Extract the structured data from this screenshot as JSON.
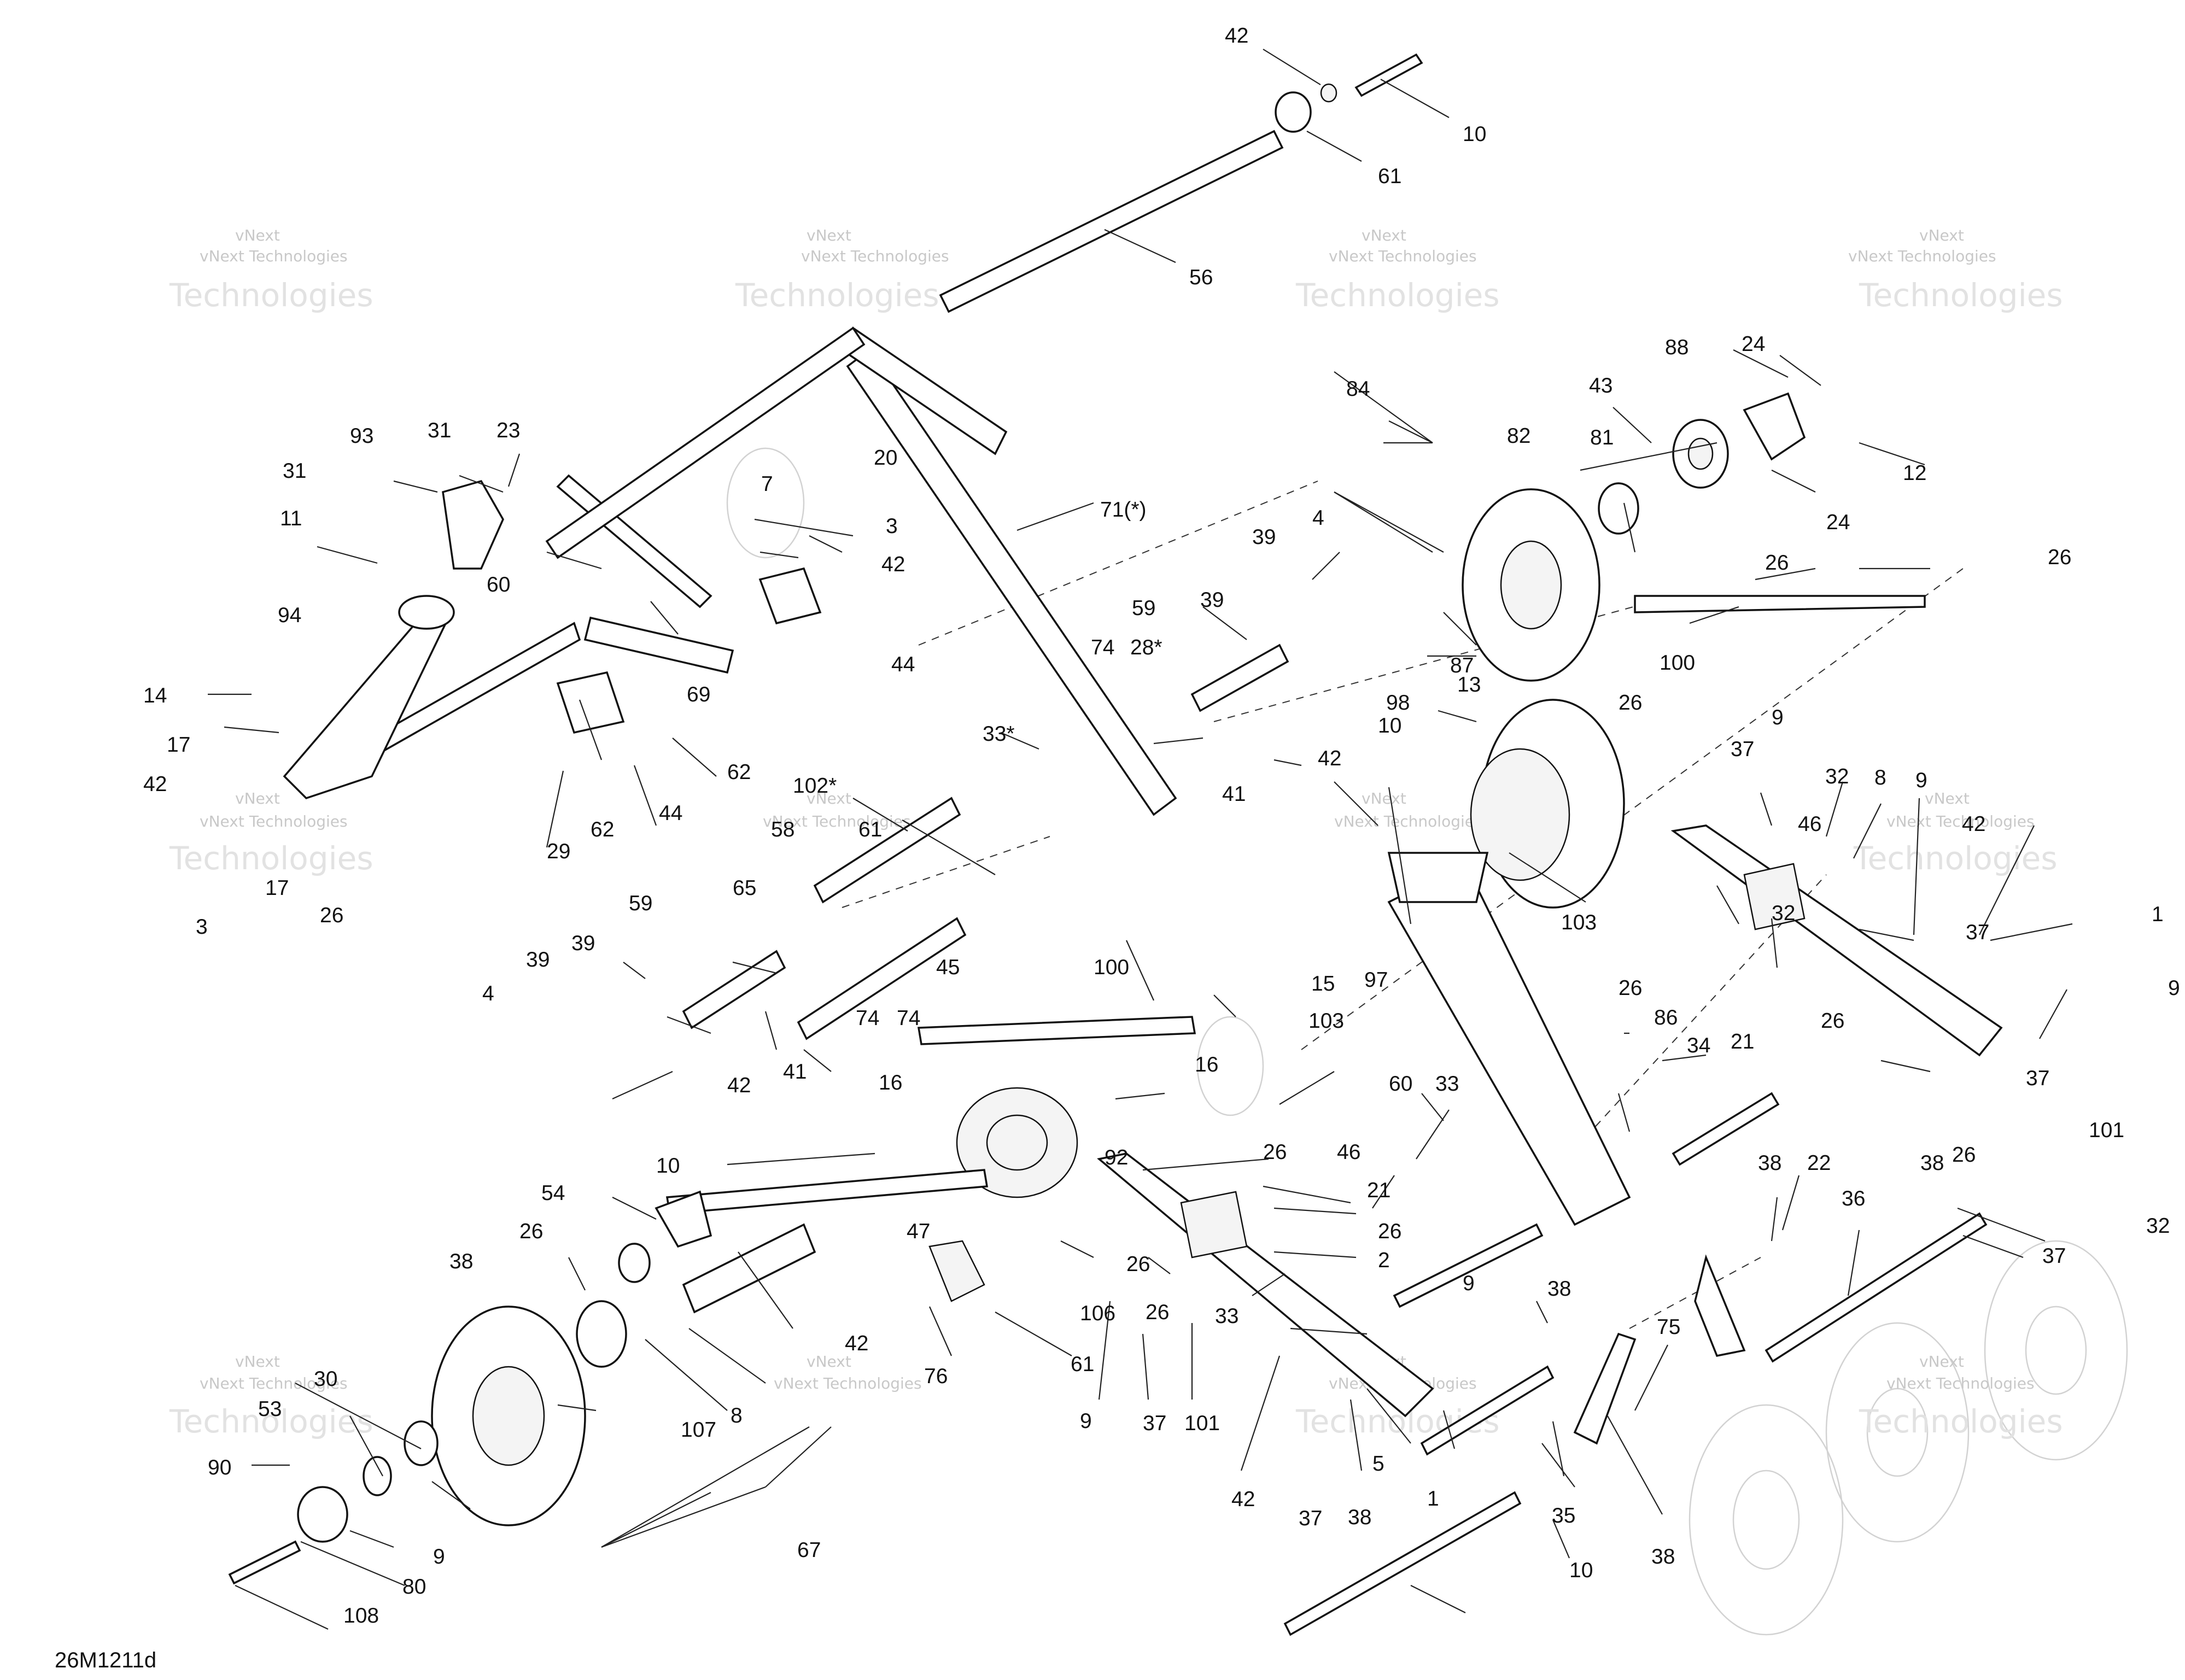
{
  "figure_code": "26M1211d",
  "watermark": {
    "line1": "vNext",
    "line2": "vNext Technologies",
    "big": "Technologies"
  },
  "labels": [
    {
      "id": "l01",
      "text": "42"
    },
    {
      "id": "l02",
      "text": "10"
    },
    {
      "id": "l03",
      "text": "61"
    },
    {
      "id": "l04",
      "text": "56"
    },
    {
      "id": "l05",
      "text": "88"
    },
    {
      "id": "l06",
      "text": "24"
    },
    {
      "id": "l07",
      "text": "84"
    },
    {
      "id": "l08",
      "text": "43"
    },
    {
      "id": "l09",
      "text": "81"
    },
    {
      "id": "l10",
      "text": "82"
    },
    {
      "id": "l11",
      "text": "12"
    },
    {
      "id": "l12",
      "text": "24"
    },
    {
      "id": "l13",
      "text": "93"
    },
    {
      "id": "l14",
      "text": "31"
    },
    {
      "id": "l15",
      "text": "23"
    },
    {
      "id": "l16",
      "text": "31"
    },
    {
      "id": "l17",
      "text": "20"
    },
    {
      "id": "l18",
      "text": "7"
    },
    {
      "id": "l19",
      "text": "3"
    },
    {
      "id": "l20",
      "text": "71(*)"
    },
    {
      "id": "l21",
      "text": "11"
    },
    {
      "id": "l22",
      "text": "42"
    },
    {
      "id": "l23",
      "text": "39"
    },
    {
      "id": "l24",
      "text": "4"
    },
    {
      "id": "l25",
      "text": "60"
    },
    {
      "id": "l26",
      "text": "94"
    },
    {
      "id": "l27",
      "text": "44"
    },
    {
      "id": "l28",
      "text": "39"
    },
    {
      "id": "l29",
      "text": "59"
    },
    {
      "id": "l30",
      "text": "28*"
    },
    {
      "id": "l31",
      "text": "74"
    },
    {
      "id": "l32",
      "text": "87"
    },
    {
      "id": "l33",
      "text": "13"
    },
    {
      "id": "l34",
      "text": "98"
    },
    {
      "id": "l35",
      "text": "26"
    },
    {
      "id": "l36",
      "text": "26"
    },
    {
      "id": "l37",
      "text": "100"
    },
    {
      "id": "l38",
      "text": "69"
    },
    {
      "id": "l39",
      "text": "14"
    },
    {
      "id": "l40",
      "text": "17"
    },
    {
      "id": "l41",
      "text": "62"
    },
    {
      "id": "l42",
      "text": "33*"
    },
    {
      "id": "l43",
      "text": "10"
    },
    {
      "id": "l44",
      "text": "42"
    },
    {
      "id": "l45",
      "text": "26"
    },
    {
      "id": "l46",
      "text": "42"
    },
    {
      "id": "l47",
      "text": "102*"
    },
    {
      "id": "l48",
      "text": "44"
    },
    {
      "id": "l49",
      "text": "62"
    },
    {
      "id": "l50",
      "text": "41"
    },
    {
      "id": "l51",
      "text": "29"
    },
    {
      "id": "l52",
      "text": "58"
    },
    {
      "id": "l53",
      "text": "61"
    },
    {
      "id": "l54",
      "text": "15"
    },
    {
      "id": "l55",
      "text": "97"
    },
    {
      "id": "l56",
      "text": "103"
    },
    {
      "id": "l57",
      "text": "37"
    },
    {
      "id": "l58",
      "text": "9"
    },
    {
      "id": "l59",
      "text": "32"
    },
    {
      "id": "l60",
      "text": "8"
    },
    {
      "id": "l61",
      "text": "9"
    },
    {
      "id": "l62",
      "text": "46"
    },
    {
      "id": "l63",
      "text": "42"
    },
    {
      "id": "l64",
      "text": "3"
    },
    {
      "id": "l65",
      "text": "17"
    },
    {
      "id": "l66",
      "text": "26"
    },
    {
      "id": "l67",
      "text": "65"
    },
    {
      "id": "l68",
      "text": "59"
    },
    {
      "id": "l69",
      "text": "39"
    },
    {
      "id": "l70",
      "text": "39"
    },
    {
      "id": "l71",
      "text": "45"
    },
    {
      "id": "l72",
      "text": "100"
    },
    {
      "id": "l73",
      "text": "74"
    },
    {
      "id": "l74",
      "text": "103"
    },
    {
      "id": "l75",
      "text": "26"
    },
    {
      "id": "l76",
      "text": "32"
    },
    {
      "id": "l77",
      "text": "37"
    },
    {
      "id": "l78",
      "text": "1"
    },
    {
      "id": "l79",
      "text": "4"
    },
    {
      "id": "l80",
      "text": "74"
    },
    {
      "id": "l81",
      "text": "21"
    },
    {
      "id": "l82",
      "text": "26"
    },
    {
      "id": "l83",
      "text": "9"
    },
    {
      "id": "l84",
      "text": "86"
    },
    {
      "id": "l85",
      "text": "42"
    },
    {
      "id": "l86",
      "text": "41"
    },
    {
      "id": "l87",
      "text": "16"
    },
    {
      "id": "l88",
      "text": "16"
    },
    {
      "id": "l89",
      "text": "34"
    },
    {
      "id": "l90",
      "text": "37"
    },
    {
      "id": "l91",
      "text": "10"
    },
    {
      "id": "l92",
      "text": "92"
    },
    {
      "id": "l93",
      "text": "101"
    },
    {
      "id": "l94",
      "text": "26"
    },
    {
      "id": "l95",
      "text": "60"
    },
    {
      "id": "l96",
      "text": "33"
    },
    {
      "id": "l97",
      "text": "26"
    },
    {
      "id": "l98",
      "text": "46"
    },
    {
      "id": "l99",
      "text": "54"
    },
    {
      "id": "l100",
      "text": "21"
    },
    {
      "id": "l101",
      "text": "38"
    },
    {
      "id": "l102",
      "text": "22"
    },
    {
      "id": "l103",
      "text": "38"
    },
    {
      "id": "l104",
      "text": "36"
    },
    {
      "id": "l105",
      "text": "26"
    },
    {
      "id": "l106",
      "text": "47"
    },
    {
      "id": "l107",
      "text": "26"
    },
    {
      "id": "l108",
      "text": "32"
    },
    {
      "id": "l109",
      "text": "38"
    },
    {
      "id": "l110",
      "text": "26"
    },
    {
      "id": "l111",
      "text": "2"
    },
    {
      "id": "l112",
      "text": "37"
    },
    {
      "id": "l113",
      "text": "9"
    },
    {
      "id": "l114",
      "text": "26"
    },
    {
      "id": "l115",
      "text": "38"
    },
    {
      "id": "l116",
      "text": "106"
    },
    {
      "id": "l117",
      "text": "42"
    },
    {
      "id": "l118",
      "text": "33"
    },
    {
      "id": "l119",
      "text": "75"
    },
    {
      "id": "l120",
      "text": "30"
    },
    {
      "id": "l121",
      "text": "76"
    },
    {
      "id": "l122",
      "text": "61"
    },
    {
      "id": "l123",
      "text": "53"
    },
    {
      "id": "l124",
      "text": "8"
    },
    {
      "id": "l125",
      "text": "9"
    },
    {
      "id": "l126",
      "text": "37"
    },
    {
      "id": "l127",
      "text": "101"
    },
    {
      "id": "l128",
      "text": "5"
    },
    {
      "id": "l129",
      "text": "90"
    },
    {
      "id": "l130",
      "text": "107"
    },
    {
      "id": "l131",
      "text": "1"
    },
    {
      "id": "l132",
      "text": "42"
    },
    {
      "id": "l133",
      "text": "9"
    },
    {
      "id": "l134",
      "text": "37"
    },
    {
      "id": "l135",
      "text": "38"
    },
    {
      "id": "l136",
      "text": "35"
    },
    {
      "id": "l137",
      "text": "80"
    },
    {
      "id": "l138",
      "text": "67"
    },
    {
      "id": "l139",
      "text": "38"
    },
    {
      "id": "l140",
      "text": "10"
    },
    {
      "id": "l141",
      "text": "108"
    }
  ]
}
